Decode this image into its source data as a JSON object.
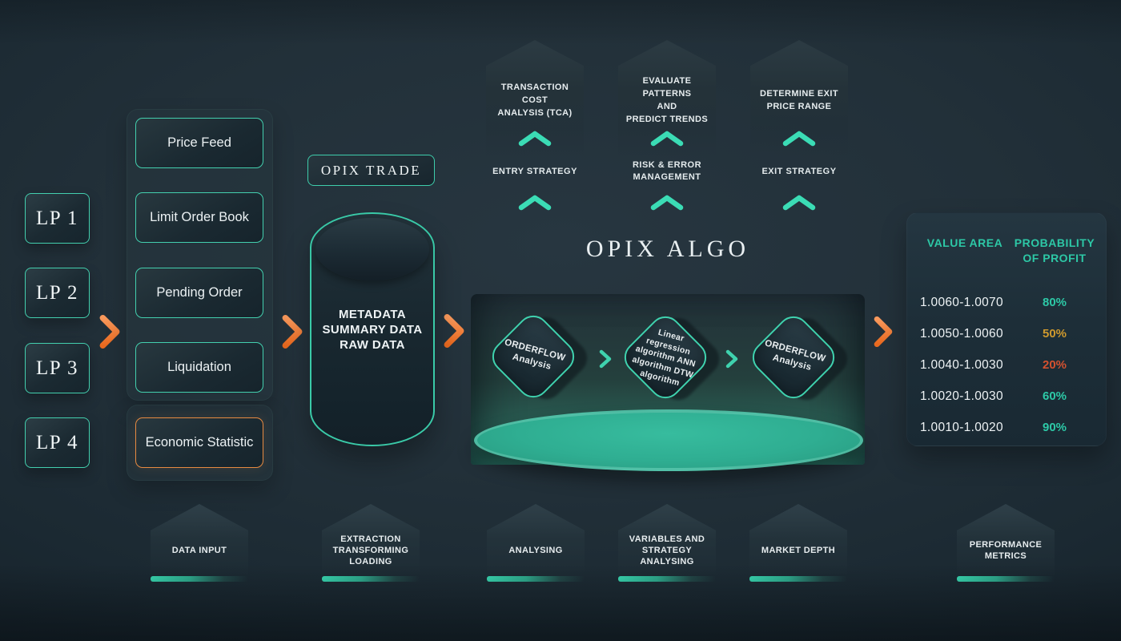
{
  "titles": {
    "algo": "OPIX ALGO",
    "trade": "OPIX TRADE"
  },
  "liquidity_providers": [
    {
      "label": "LP 1"
    },
    {
      "label": "LP 2"
    },
    {
      "label": "LP 3"
    },
    {
      "label": "LP 4"
    }
  ],
  "data_feeds": [
    {
      "label": "Price Feed"
    },
    {
      "label": "Limit Order Book"
    },
    {
      "label": "Pending Order"
    },
    {
      "label": "Liquidation"
    }
  ],
  "economic_feed": {
    "label": "Economic Statistic"
  },
  "database": {
    "label": "METADATA\nSUMMARY DATA\nRAW DATA"
  },
  "strategy_columns": [
    {
      "description": "TRANSACTION COST\nANALYSIS (TCA)",
      "label": "ENTRY STRATEGY"
    },
    {
      "description": "EVALUATE PATTERNS\nAND\nPREDICT TRENDS",
      "label": "RISK & ERROR\nMANAGEMENT"
    },
    {
      "description": "DETERMINE EXIT\nPRICE RANGE",
      "label": "EXIT STRATEGY"
    }
  ],
  "algo_pipeline": [
    {
      "label": "ORDERFLOW\nAnalysis"
    },
    {
      "label": "Linear\nregression\nalgorithm ANN\nalgorithm DTW\nalgorithm"
    },
    {
      "label": "ORDERFLOW\nAnalysis"
    }
  ],
  "results_table": {
    "headers": {
      "value_area": "VALUE AREA",
      "probability": "PROBABILITY\nOF PROFIT"
    },
    "rows": [
      {
        "range": "1.0060-1.0070",
        "probability": "80%",
        "color": "#2dc9a7"
      },
      {
        "range": "1.0050-1.0060",
        "probability": "50%",
        "color": "#cf9a2e"
      },
      {
        "range": "1.0040-1.0030",
        "probability": "20%",
        "color": "#d4512f"
      },
      {
        "range": "1.0020-1.0030",
        "probability": "60%",
        "color": "#2dc9a7"
      },
      {
        "range": "1.0010-1.0020",
        "probability": "90%",
        "color": "#2dc9a7"
      }
    ]
  },
  "process_steps": [
    {
      "label": "DATA INPUT"
    },
    {
      "label": "EXTRACTION\nTRANSFORMING\nLOADING"
    },
    {
      "label": "ANALYSING"
    },
    {
      "label": "VARIABLES AND\nSTRATEGY\nANALYSING"
    },
    {
      "label": "MARKET DEPTH"
    },
    {
      "label": "PERFORMANCE\nMETRICS"
    }
  ],
  "colors": {
    "accent_teal": "#3bd6b1",
    "accent_orange": "#f2813b",
    "warning_yellow": "#cf9a2e",
    "danger_red": "#d4512f",
    "background": "#223039",
    "text_light": "#e8eef0"
  }
}
